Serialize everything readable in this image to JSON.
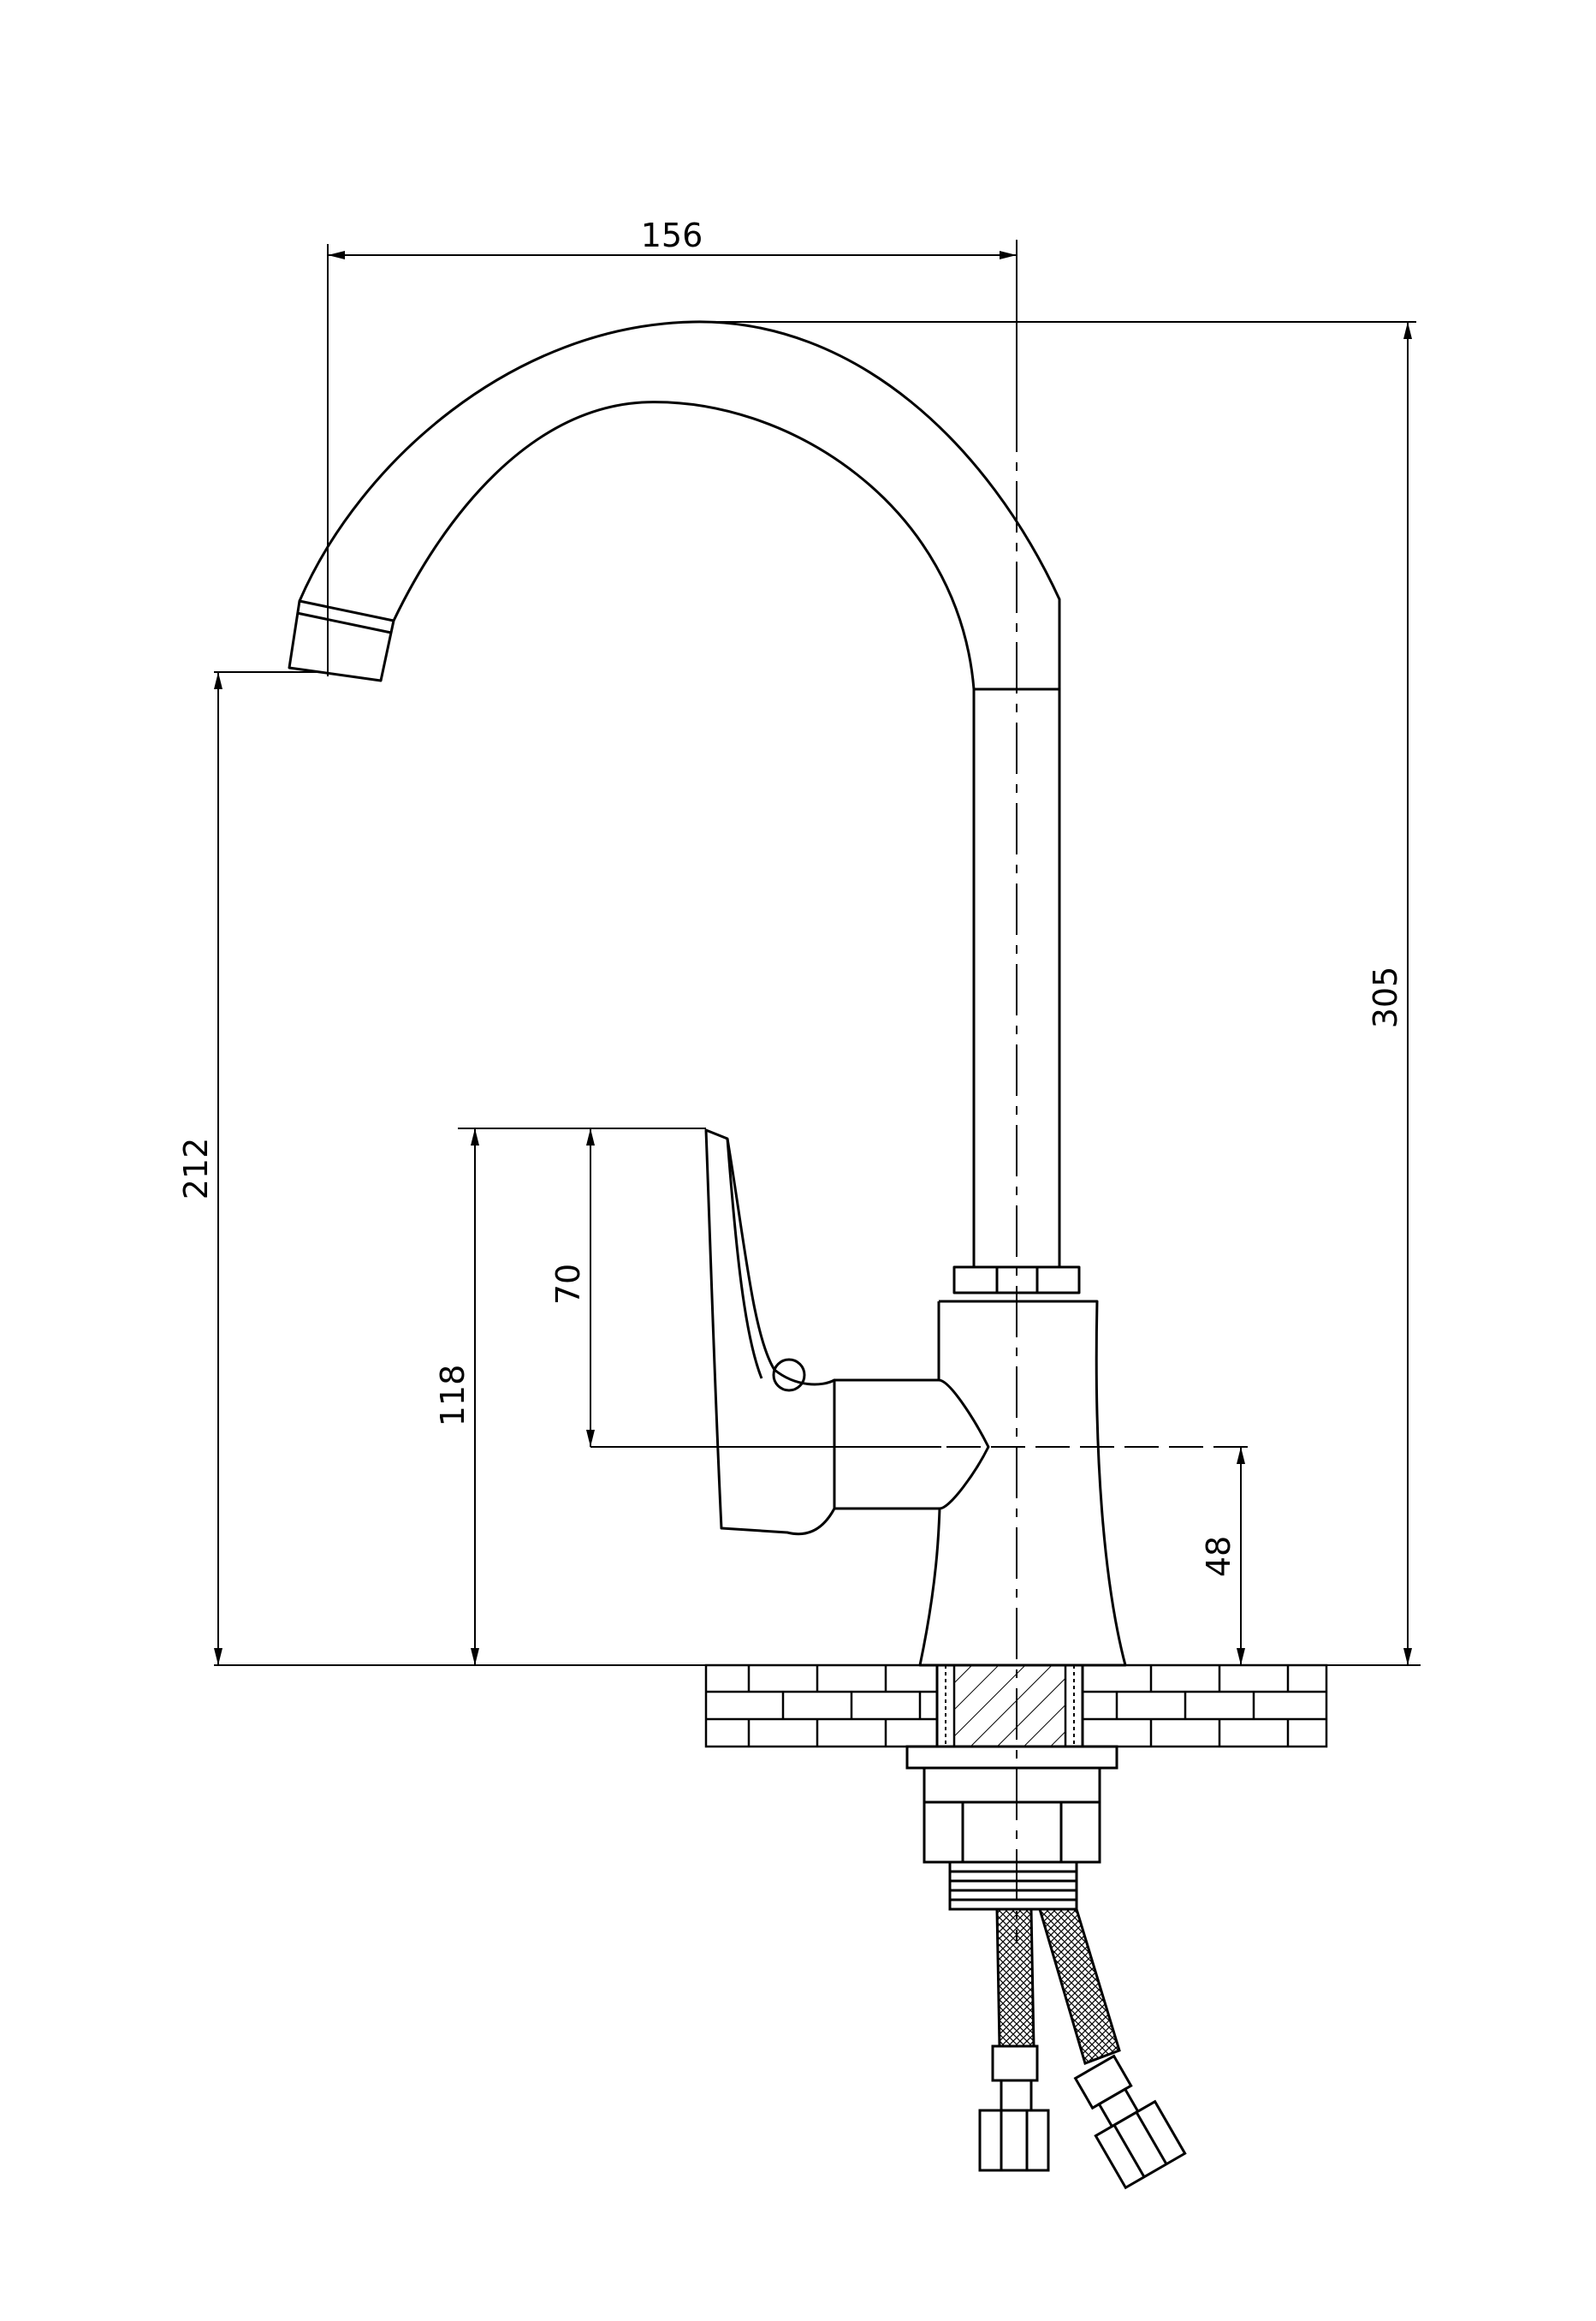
{
  "colors": {
    "line": "#000000",
    "background": "#ffffff"
  },
  "dimensions": {
    "spout_reach": "156",
    "total_height": "305",
    "spout_outlet_height": "212",
    "handle_top_height": "118",
    "handle_height": "70",
    "handle_axis_height": "48"
  }
}
